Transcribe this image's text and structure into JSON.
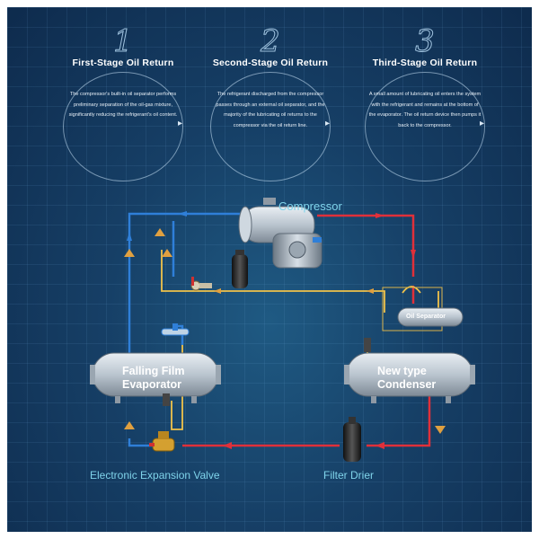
{
  "stages": [
    {
      "number": "1",
      "title": "First-Stage Oil Return",
      "text": "The compressor's built-in oil separator performs preliminary separation of the oil-gas mixture, significantly reducing the refrigerant's oil content."
    },
    {
      "number": "2",
      "title": "Second-Stage Oil Return",
      "text": "The refrigerant discharged from the compressor passes through an external oil separator, and the majority of the lubricating oil returns to the compressor via the oil return line."
    },
    {
      "number": "3",
      "title": "Third-Stage Oil Return",
      "text": "A small amount of lubricating oil enters the system with the refrigerant and remains at the bottom of the evaporator. The oil return device then pumps it back to the compressor."
    }
  ],
  "components": {
    "compressor": "Compressor",
    "oil_separator": "Oil Separator",
    "evaporator_line1": "Falling Film",
    "evaporator_line2": "Evaporator",
    "condenser_line1": "New type",
    "condenser_line2": "Condenser",
    "expansion_valve": "Electronic Expansion Valve",
    "filter_drier": "Filter Drier"
  },
  "colors": {
    "hot_gas_line": "#e0303a",
    "suction_line": "#2f7fd8",
    "oil_line": "#f0c24a",
    "flow_arrow": "#e0a040",
    "label": "#7fd3ea"
  }
}
